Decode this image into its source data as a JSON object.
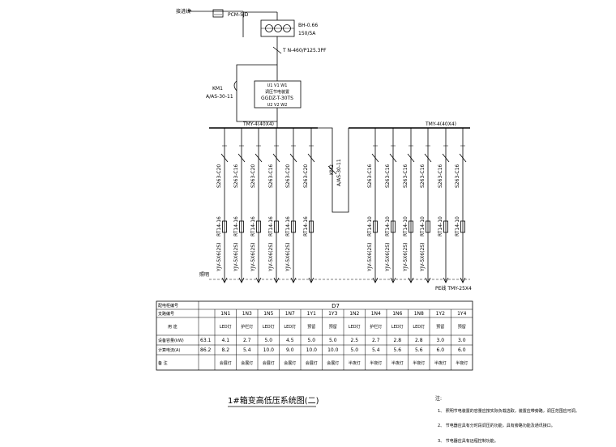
{
  "source": {
    "incoming_label": "接进线",
    "meter_label": "PCM-5JD",
    "breaker_label": "BH-0.66",
    "breaker_rating": "150/5A",
    "cable_label": "T N-460/P125.3PF",
    "contactor_code": "KM1",
    "contactor_model": "A/AS-30-11",
    "controller": {
      "top": "U1 V1 W1",
      "name": "调压节电装置",
      "model": "GGDZ-T-30TS",
      "bottom": "U2 V2 W2"
    },
    "bus_left": "TMY-4(40X4)",
    "bus_right": "TMY-4(40X4)",
    "contactor2_code": "KM2",
    "contactor2_model": "A/AS-30-11",
    "left_bottom_label": "照明",
    "pe_label": "PE线 TMY-25X4"
  },
  "circuits_left": [
    {
      "breaker": "S263-C20",
      "device": "RT14-16",
      "cable": "YJV-5X6(2S)"
    },
    {
      "breaker": "S263-C16",
      "device": "RT14-16",
      "cable": "YJV-5X6(2S)"
    },
    {
      "breaker": "S263-C20",
      "device": "RT14-16",
      "cable": "YJV-5X6(2S)"
    },
    {
      "breaker": "S263-C16",
      "device": "RT14-16",
      "cable": "YJV-5X6(2S)"
    },
    {
      "breaker": "S263-C20",
      "device": "RT14-16",
      "cable": "YJV-5X6(2S)"
    },
    {
      "breaker": "S263-C20",
      "device": "RT14-16",
      "cable": ""
    }
  ],
  "circuits_right": [
    {
      "breaker": "S263-C16",
      "device": "RT14-10",
      "cable": "YJV-5X6(2S)"
    },
    {
      "breaker": "S263-C16",
      "device": "RT14-10",
      "cable": "YJV-5X6(2S)"
    },
    {
      "breaker": "S263-C16",
      "device": "RT14-10",
      "cable": "YJV-5X6(2S)"
    },
    {
      "breaker": "S263-C16",
      "device": "RT14-10",
      "cable": "YJV-5X6(2S)"
    },
    {
      "breaker": "S263-C16",
      "device": "RT14-10",
      "cable": ""
    },
    {
      "breaker": "S263-C16",
      "device": "RT14-10",
      "cable": ""
    }
  ],
  "table": {
    "header_left": "配电柜编号",
    "row_circuit": "支路编号",
    "cabinet": "D7",
    "row_use": "用  途",
    "row_power": "设备容量(kW)",
    "row_current": "计算电流(A)",
    "row_note": "备  注",
    "totals": {
      "power": "63.1",
      "current": "86.2"
    },
    "columns": [
      {
        "id": "1N1",
        "use": "LED灯",
        "power": "4.1",
        "current": "8.2",
        "note": "会展灯"
      },
      {
        "id": "1N3",
        "use": "护栏灯",
        "power": "2.7",
        "current": "5.4",
        "note": "会展灯"
      },
      {
        "id": "1N5",
        "use": "LED灯",
        "power": "5.0",
        "current": "10.0",
        "note": "会展灯"
      },
      {
        "id": "1N7",
        "use": "LED灯",
        "power": "4.5",
        "current": "9.0",
        "note": "会展灯"
      },
      {
        "id": "1Y1",
        "use": "预留",
        "power": "5.0",
        "current": "10.0",
        "note": "会展灯"
      },
      {
        "id": "1Y3",
        "use": "预留",
        "power": "5.0",
        "current": "10.0",
        "note": "会展灯"
      },
      {
        "id": "1N2",
        "use": "LED灯",
        "power": "2.5",
        "current": "5.0",
        "note": "半夜灯"
      },
      {
        "id": "1N4",
        "use": "护栏灯",
        "power": "2.7",
        "current": "5.4",
        "note": "半夜灯"
      },
      {
        "id": "1N6",
        "use": "LED灯",
        "power": "2.8",
        "current": "5.6",
        "note": "半夜灯"
      },
      {
        "id": "1N8",
        "use": "LED灯",
        "power": "2.8",
        "current": "5.6",
        "note": "半夜灯"
      },
      {
        "id": "1Y2",
        "use": "预留",
        "power": "3.0",
        "current": "6.0",
        "note": "半夜灯"
      },
      {
        "id": "1Y4",
        "use": "预留",
        "power": "3.0",
        "current": "6.0",
        "note": "半夜灯"
      }
    ]
  },
  "title": "1#箱变高低压系统图(二)",
  "notes": {
    "heading": "注:",
    "items": [
      "1、 照明节电装置的容量应按实际负载选取，装置应带旁路，调压范围应可调。",
      "2、 节电器应具有分时段调压的功能，具有旁路功能及通讯接口。",
      "3、 节电器应具有远程控制功能。"
    ]
  }
}
